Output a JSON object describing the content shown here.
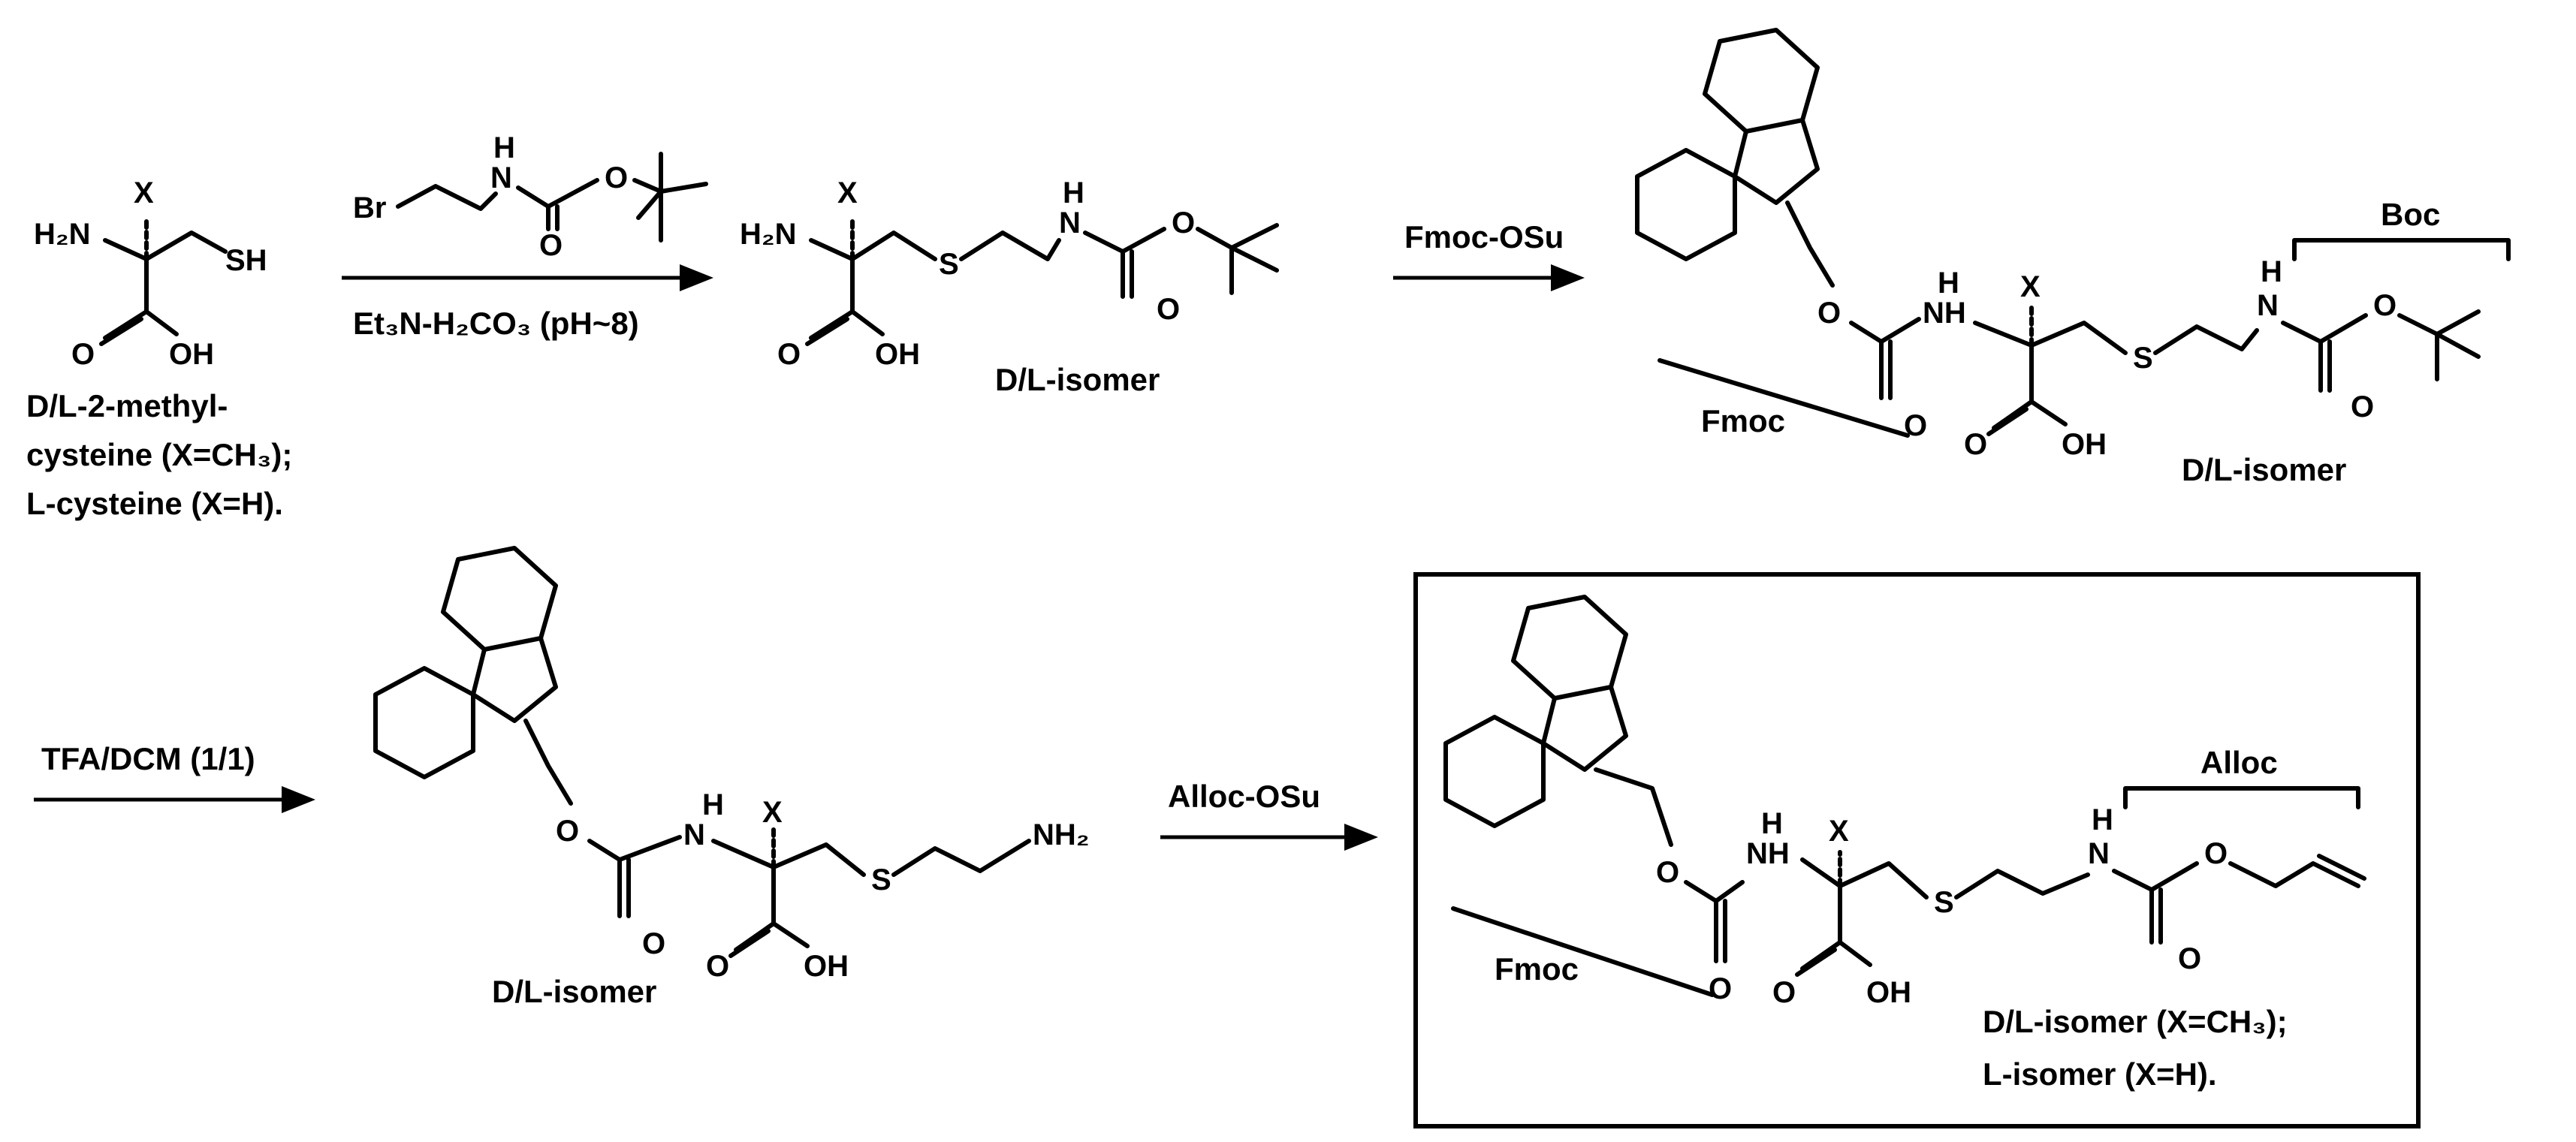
{
  "reagents": {
    "step1_conditions": "Et₃N-H₂CO₃ (pH~8)",
    "step2": "Fmoc-OSu",
    "step3": "TFA/DCM (1/1)",
    "step4": "Alloc-OSu"
  },
  "labels": {
    "start_line1": "D/L-2-methyl-",
    "start_line2": "cysteine (X=CH₃);",
    "start_line3": "L-cysteine (X=H).",
    "isomer": "D/L-isomer",
    "final_line1": "D/L-isomer (X=CH₃);",
    "final_line2": "L-isomer (X=H).",
    "boc": "Boc",
    "fmoc": "Fmoc",
    "alloc": "Alloc"
  },
  "atoms": {
    "x": "X",
    "h2n": "H₂N",
    "sh": "SH",
    "s": "S",
    "o": "O",
    "oh": "OH",
    "h": "H",
    "n": "N",
    "br": "Br",
    "nh": "NH",
    "nh2": "NH₂"
  }
}
